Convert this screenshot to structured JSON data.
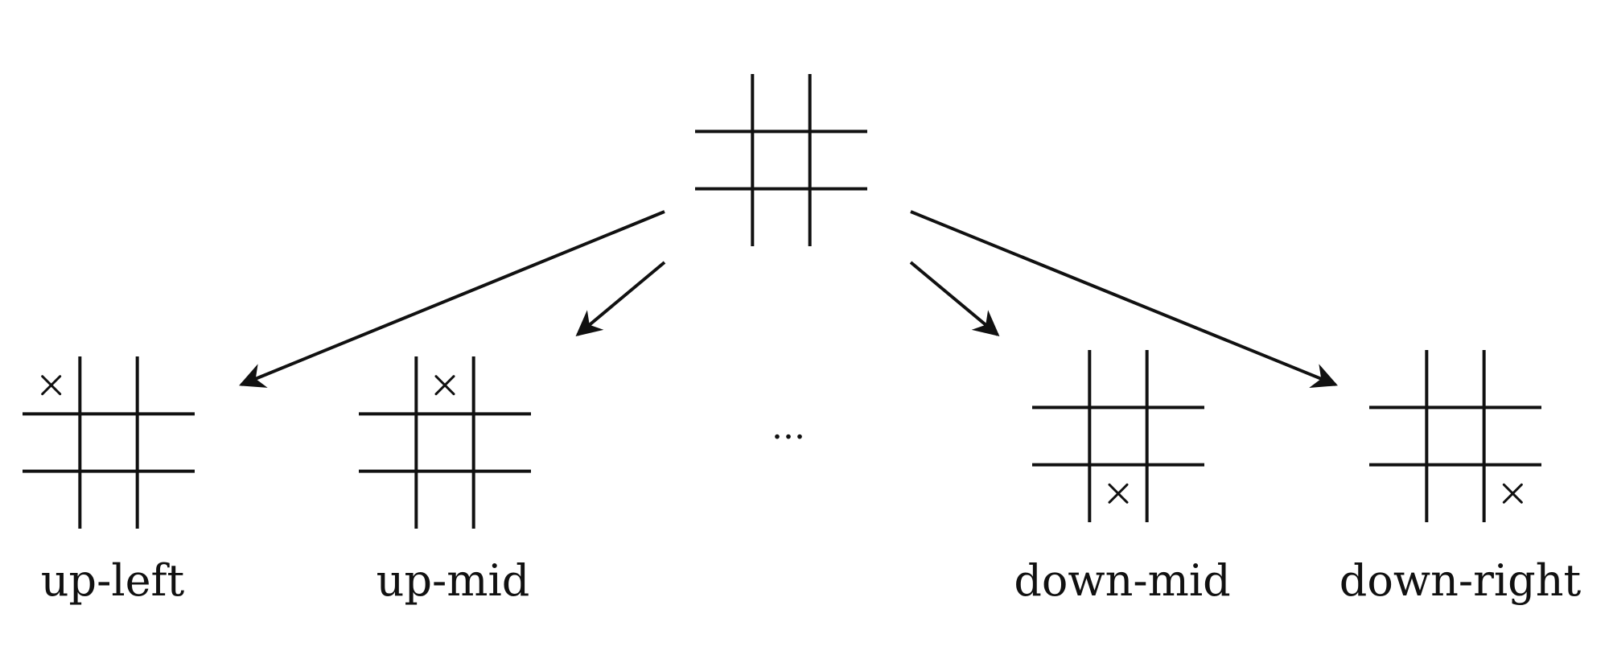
{
  "root": {
    "name": "empty-board",
    "mark": null
  },
  "children": [
    {
      "label": "up-left",
      "mark": {
        "row": 0,
        "col": 0,
        "symbol": "×"
      }
    },
    {
      "label": "up-mid",
      "mark": {
        "row": 0,
        "col": 1,
        "symbol": "×"
      }
    },
    {
      "label": "down-mid",
      "mark": {
        "row": 2,
        "col": 1,
        "symbol": "×"
      }
    },
    {
      "label": "down-right",
      "mark": {
        "row": 2,
        "col": 2,
        "symbol": "×"
      }
    }
  ],
  "ellipsis": "...",
  "colors": {
    "ink": "#111111",
    "background": "#ffffff"
  }
}
